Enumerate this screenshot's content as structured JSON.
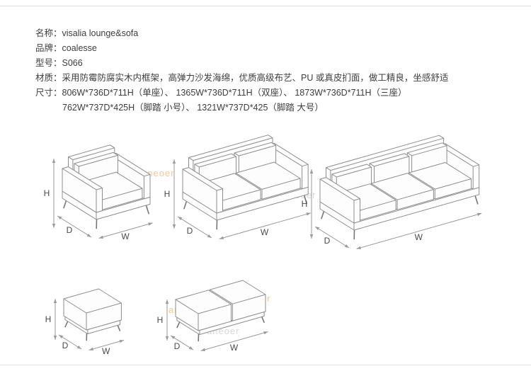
{
  "page": {
    "title": "sofa spec sheet"
  },
  "colors": {
    "divider": "#dddddd",
    "line": "#8d8d8d",
    "dim_line": "#9a9a9a",
    "fill": "#fdfdfd",
    "watermark_orange": "#ee9a3f",
    "watermark_gray": "#9e9e9e",
    "text": "#3d3d3d"
  },
  "specs": {
    "rows": [
      {
        "label": "名称：",
        "value": "visalia lounge&sofa"
      },
      {
        "label": "品牌：",
        "value": "coalesse"
      },
      {
        "label": "型号：",
        "value": "S066"
      },
      {
        "label": "材质：",
        "value": "采用防霉防腐实木内框架，高弹力沙发海绵，优质高级布艺、PU 或真皮扪面，做工精良，坐感舒适"
      },
      {
        "label": "尺寸：",
        "value": "806W*736D*711H（单座）、 1365W*736D*711H（双座）、 1873W*736D*711H（三座）"
      },
      {
        "label": "",
        "value": "762W*737D*425H（脚踏 小号）、 1321W*737D*425（脚踏 大号）"
      }
    ]
  },
  "watermark": {
    "text": "aneoer"
  },
  "drawings": [
    {
      "name": "single-seat-sofa",
      "h": "H",
      "d": "D",
      "w": "W"
    },
    {
      "name": "two-seat-sofa",
      "h": "H",
      "d": "D",
      "w": "W"
    },
    {
      "name": "three-seat-sofa",
      "h": "H",
      "d": "D",
      "w": "W"
    },
    {
      "name": "footstool-small",
      "h": "H",
      "d": "D",
      "w": "W"
    },
    {
      "name": "footstool-large",
      "h": "H",
      "d": "D",
      "w": "W"
    }
  ]
}
